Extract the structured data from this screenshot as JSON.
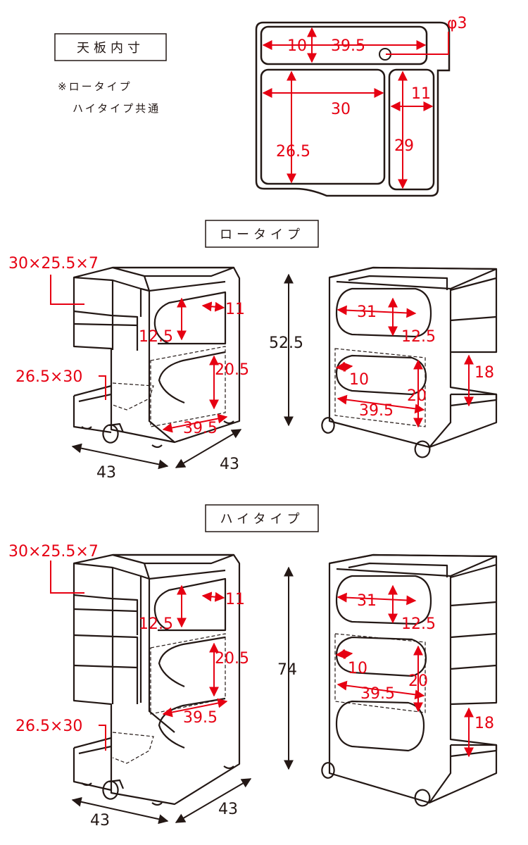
{
  "colors": {
    "dimension": "#e60012",
    "outline": "#231815",
    "background": "#ffffff"
  },
  "header": {
    "title": "天板内寸",
    "note_line1": "※ロータイプ",
    "note_line2": "ハイタイプ共通"
  },
  "top_view": {
    "dims": {
      "hole": "φ3",
      "tray_depth": "10",
      "tray_width": "39.5",
      "main_width": "30",
      "main_depth": "26.5",
      "side_width": "11",
      "side_depth": "29"
    }
  },
  "low_type": {
    "title": "ロータイプ",
    "front_dims": {
      "drawer": "30×25.5×7",
      "cutout_width": "11",
      "cutout_height": "12.5",
      "shelf_height": "20.5",
      "shelf_depth": "39.5",
      "base_tray": "26.5×30",
      "width": "43",
      "depth": "43"
    },
    "height": "52.5",
    "back_dims": {
      "handle_width": "31",
      "handle_height": "12.5",
      "shelf_offset": "10",
      "shelf_height": "20",
      "shelf_depth": "39.5",
      "side_pocket": "18"
    }
  },
  "high_type": {
    "title": "ハイタイプ",
    "front_dims": {
      "drawer": "30×25.5×7",
      "cutout_width": "11",
      "cutout_height": "12.5",
      "shelf_height": "20.5",
      "shelf_depth": "39.5",
      "base_tray": "26.5×30",
      "width": "43",
      "depth": "43"
    },
    "height": "74",
    "back_dims": {
      "handle_width": "31",
      "handle_height": "12.5",
      "shelf_offset": "10",
      "shelf_height": "20",
      "shelf_depth": "39.5",
      "side_pocket": "18"
    }
  }
}
